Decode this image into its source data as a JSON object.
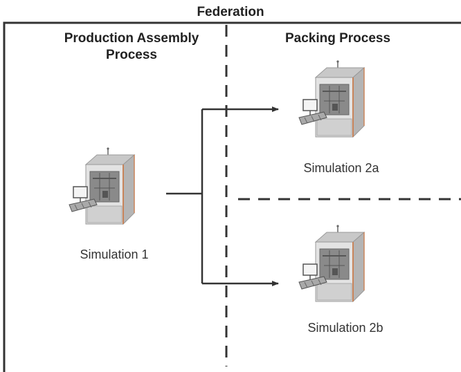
{
  "title": "Federation",
  "sections": {
    "left": {
      "line1": "Production Assembly",
      "line2": "Process"
    },
    "right": {
      "line1": "Packing Process"
    }
  },
  "nodes": {
    "sim1": {
      "label": "Simulation 1",
      "icon": "automated-workcell-machine-icon"
    },
    "sim2a": {
      "label": "Simulation 2a",
      "icon": "automated-workcell-machine-icon"
    },
    "sim2b": {
      "label": "Simulation 2b",
      "icon": "automated-workcell-machine-icon"
    }
  },
  "colors": {
    "line": "#333333",
    "frame": "#333333",
    "machine_body": "#d9d9d9",
    "machine_side": "#b9b9b9",
    "machine_frame": "#c8845a"
  }
}
